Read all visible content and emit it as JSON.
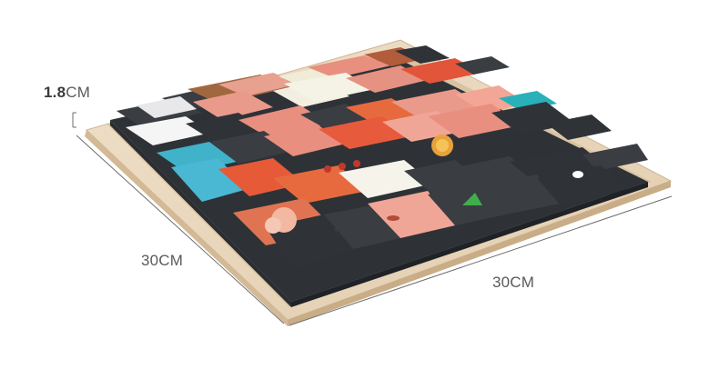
{
  "dimensions": {
    "thickness_value": "1.8",
    "thickness_unit": "CM",
    "left_side": "30CM",
    "bottom_side": "30CM"
  },
  "colors": {
    "background": "#ffffff",
    "tray_wood": "#e8d6bd",
    "tray_wood_dark": "#d6bfa0",
    "dimension_line": "#6e6e6e",
    "dimension_text": "#5a5a5a"
  }
}
